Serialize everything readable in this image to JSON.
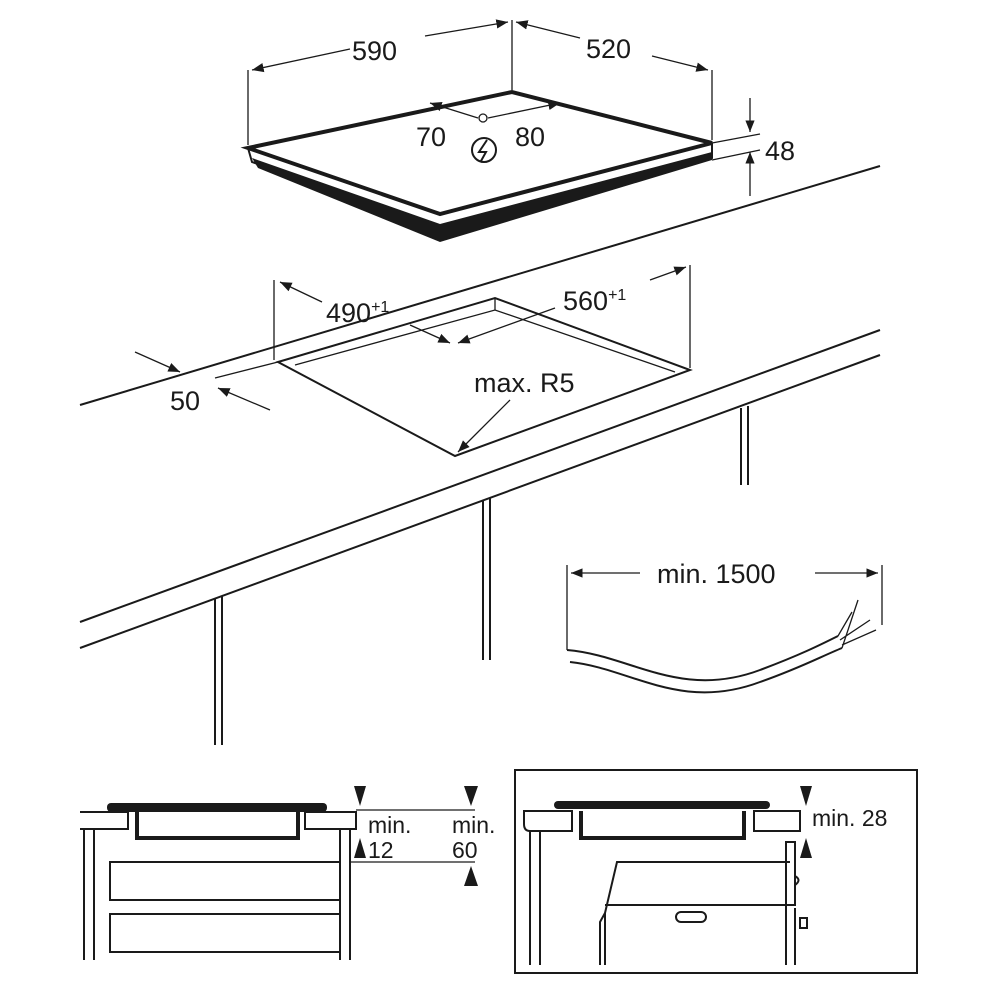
{
  "hob": {
    "width": "590",
    "depth": "520",
    "height": "48",
    "connection_left": "70",
    "connection_right": "80",
    "power_symbol": "electrical-connection-icon"
  },
  "cutout": {
    "width": "490",
    "width_tol": "+1",
    "depth": "560",
    "depth_tol": "+1",
    "edge_distance": "50",
    "radius": "max. R5"
  },
  "cable": {
    "length": "min. 1500"
  },
  "section_drawer": {
    "gap_label": "min.",
    "gap_value": "12",
    "clearance_label": "min.",
    "clearance_value": "60"
  },
  "section_oven": {
    "clearance": "min. 28"
  }
}
